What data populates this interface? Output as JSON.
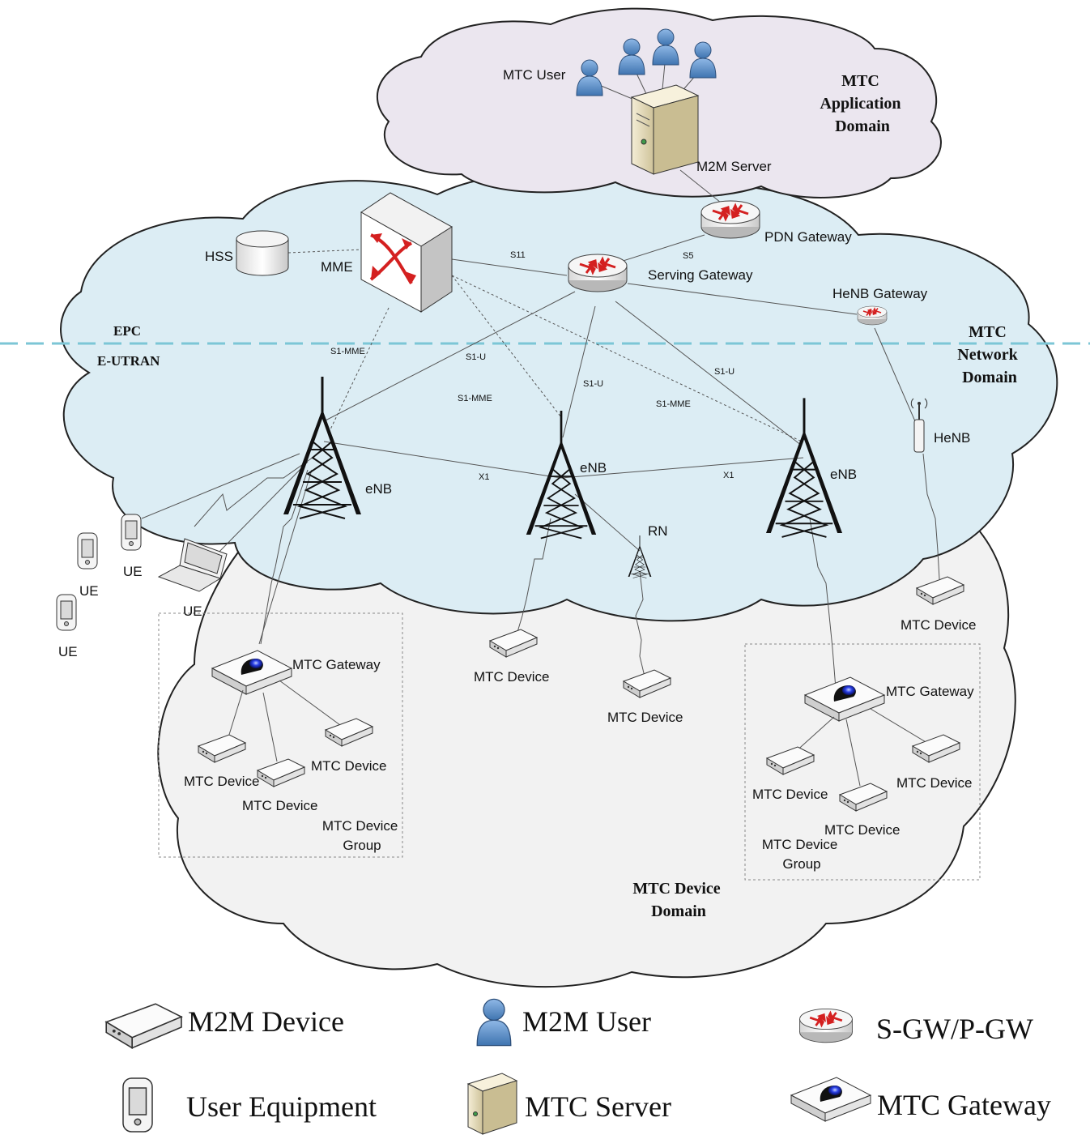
{
  "domains": {
    "application": [
      "MTC",
      "Application",
      "Domain"
    ],
    "network": [
      "MTC",
      "Network",
      "Domain"
    ],
    "device": [
      "MTC Device",
      "Domain"
    ],
    "epc": "EPC",
    "eutran": "E-UTRAN"
  },
  "labels": {
    "mtc_user": "MTC User",
    "m2m_server": "M2M Server",
    "pdn_gateway": "PDN Gateway",
    "serving_gateway": "Serving Gateway",
    "hss": "HSS",
    "mme": "MME",
    "henb_gateway": "HeNB Gateway",
    "henb": "HeNB",
    "enb": "eNB",
    "rn": "RN",
    "ue": "UE",
    "mtc_device": "MTC Device",
    "mtc_gateway": "MTC Gateway",
    "group": [
      "MTC Device",
      "Group"
    ]
  },
  "interfaces": {
    "s11": "S11",
    "s5": "S5",
    "s1_mme": "S1-MME",
    "s1_u": "S1-U",
    "x1": "X1"
  },
  "legend": {
    "m2m_device": "M2M Device",
    "m2m_user": "M2M User",
    "sgw_pgw": "S-GW/P-GW",
    "user_equipment": "User Equipment",
    "mtc_server": "MTC Server",
    "mtc_gateway": "MTC Gateway"
  },
  "colors": {
    "application_cloud": "#ebe6ef",
    "network_cloud": "#dcedf4",
    "device_cloud": "#f2f2f2",
    "divider": "#7cc6d6",
    "router_arrows": "#d42020",
    "user": "#5b8fc7",
    "server": "#e4d9b4",
    "gateway_light": "#2a40e8"
  }
}
